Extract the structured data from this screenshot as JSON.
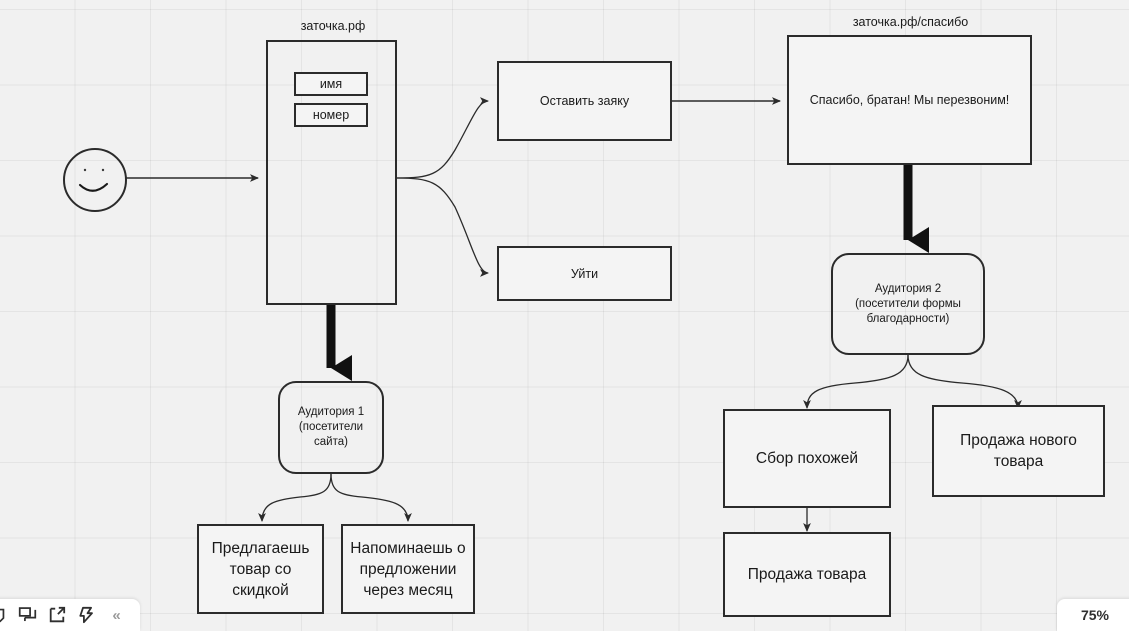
{
  "app": {
    "zoom_level": "75%",
    "background_color": "#f1f1f1",
    "stroke_color": "#2b2b2b"
  },
  "toolbar": {
    "icons": [
      {
        "name": "sticky-note-icon",
        "glyph": "⌸"
      },
      {
        "name": "frame-icon",
        "glyph": "❑"
      },
      {
        "name": "share-export-icon",
        "glyph": "↗"
      },
      {
        "name": "lightning-icon",
        "glyph": "⚡"
      }
    ],
    "collapse_label": "«"
  },
  "diagram": {
    "title_labels": [
      {
        "id": "label-site",
        "text": "заточка.рф"
      },
      {
        "id": "label-thanks",
        "text": "заточка.рф/спасибо"
      }
    ],
    "actor": {
      "name": "visitor-smiley",
      "expression": "smile"
    },
    "nodes": [
      {
        "id": "site-page",
        "text": "",
        "shape": "rect"
      },
      {
        "id": "field-name",
        "text": "имя",
        "shape": "rect"
      },
      {
        "id": "field-phone",
        "text": "номер",
        "shape": "rect"
      },
      {
        "id": "leave-request",
        "text": "Оставить заяку",
        "shape": "rect"
      },
      {
        "id": "leave-site",
        "text": "Уйти",
        "shape": "rect"
      },
      {
        "id": "thanks-page",
        "text": "Спасибо, братан! Мы перезвоним!",
        "shape": "rect"
      },
      {
        "id": "audience-1",
        "text": "Аудитория 1\n(посетители\nсайта)",
        "shape": "rounded"
      },
      {
        "id": "audience-2",
        "text": "Аудитория 2\n(посетители формы\nблагодарности)",
        "shape": "rounded"
      },
      {
        "id": "offer-discount",
        "text": "Предлагаешь\nтовар со\nскидкой",
        "shape": "rect"
      },
      {
        "id": "remind-month",
        "text": "Напоминаешь о\nпредложении\nчерез месяц",
        "shape": "rect"
      },
      {
        "id": "collect-lookalike",
        "text": "Сбор похожей",
        "shape": "rect"
      },
      {
        "id": "sell-new-product",
        "text": "Продажа нового\nтовара",
        "shape": "rect"
      },
      {
        "id": "sell-product",
        "text": "Продажа товара",
        "shape": "rect"
      }
    ],
    "node_text": {
      "field_name": "имя",
      "field_phone": "номер",
      "leave_request": "Оставить заяку",
      "leave_site": "Уйти",
      "thanks_page": "Спасибо, братан! Мы перезвоним!",
      "audience_1_line1": "Аудитория 1",
      "audience_1_line2": "(посетители",
      "audience_1_line3": "сайта)",
      "audience_2_line1": "Аудитория 2",
      "audience_2_line2": "(посетители формы",
      "audience_2_line3": "благодарности)",
      "offer_discount_line1": "Предлагаешь",
      "offer_discount_line2": "товар со",
      "offer_discount_line3": "скидкой",
      "remind_month_line1": "Напоминаешь о",
      "remind_month_line2": "предложении",
      "remind_month_line3": "через месяц",
      "collect_lookalike": "Сбор похожей",
      "sell_new_product_line1": "Продажа нового",
      "sell_new_product_line2": "товара",
      "sell_product": "Продажа товара"
    },
    "edges": [
      {
        "from": "visitor-smiley",
        "to": "site-page",
        "style": "thin-arrow"
      },
      {
        "from": "site-page",
        "to": "leave-request",
        "style": "thin-curve-arrow"
      },
      {
        "from": "site-page",
        "to": "leave-site",
        "style": "thin-curve-arrow"
      },
      {
        "from": "leave-request",
        "to": "thanks-page",
        "style": "thin-arrow"
      },
      {
        "from": "site-page",
        "to": "audience-1",
        "style": "thick-arrow"
      },
      {
        "from": "thanks-page",
        "to": "audience-2",
        "style": "thick-arrow"
      },
      {
        "from": "audience-1",
        "to": "offer-discount",
        "style": "thin-curve-arrow"
      },
      {
        "from": "audience-1",
        "to": "remind-month",
        "style": "thin-curve-arrow"
      },
      {
        "from": "audience-2",
        "to": "collect-lookalike",
        "style": "thin-curve-arrow"
      },
      {
        "from": "audience-2",
        "to": "sell-new-product",
        "style": "thin-curve-arrow"
      },
      {
        "from": "collect-lookalike",
        "to": "sell-product",
        "style": "thin-arrow"
      }
    ]
  }
}
